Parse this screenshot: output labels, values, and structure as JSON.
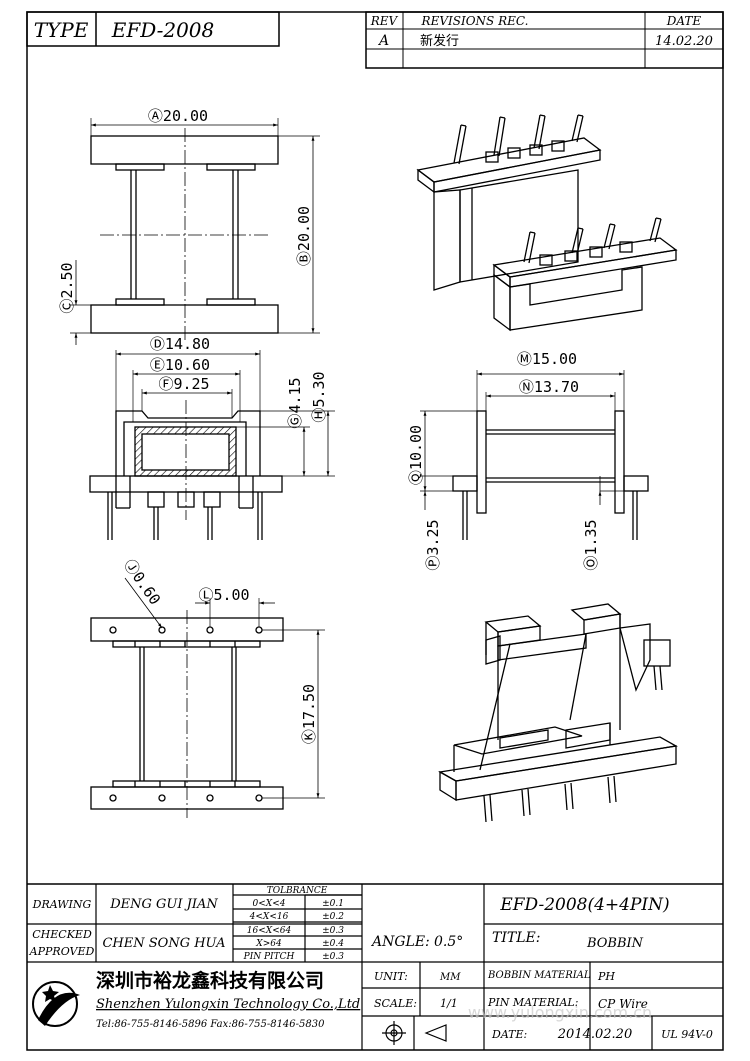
{
  "header": {
    "type_label": "TYPE",
    "type_value": "EFD-2008",
    "rev_label": "REV",
    "revisions_label": "REVISIONS REC.",
    "date_label": "DATE",
    "rev_letter": "A",
    "rev_desc": "新发行",
    "rev_date": "14.02.20"
  },
  "dims": {
    "a": "Ⓐ20.00",
    "b": "Ⓑ20.00",
    "c": "Ⓒ2.50",
    "d": "Ⓓ14.80",
    "e": "Ⓔ10.60",
    "f": "Ⓕ9.25",
    "g": "Ⓖ4.15",
    "h": "Ⓗ5.30",
    "m": "Ⓜ15.00",
    "n": "Ⓝ13.70",
    "q": "Ⓠ10.00",
    "p": "Ⓟ3.25",
    "o": "Ⓞ1.35",
    "j": "Ⓙ0.60",
    "l": "Ⓛ5.00",
    "k": "Ⓚ17.50"
  },
  "titleblock": {
    "drawing_label": "DRAWING",
    "drawing_name": "DENG GUI JIAN",
    "checked_label": "CHECKED",
    "approved_label": "APPROVED",
    "checked_name": "CHEN SONG HUA",
    "tol_title": "TOLBRANCE",
    "tol_rows": [
      {
        "range": "0<X<4",
        "val": "±0.1"
      },
      {
        "range": "4<X<16",
        "val": "±0.2"
      },
      {
        "range": "16<X<64",
        "val": "±0.3"
      },
      {
        "range": "X>64",
        "val": "±0.4"
      },
      {
        "range": "PIN PITCH",
        "val": "±0.3"
      }
    ],
    "angle_label": "ANGLE:",
    "angle_value": "0.5°",
    "unit_label": "UNIT:",
    "unit_value": "MM",
    "scale_label": "SCALE:",
    "scale_value": "1/1",
    "part_no": "EFD-2008(4+4PIN)",
    "title_label": "TITLE:",
    "title_value": "BOBBIN",
    "bobbin_mat_label": "BOBBIN MATERIAL",
    "bobbin_mat_value": "PH",
    "pin_mat_label": "PIN MATERIAL:",
    "pin_mat_value": "CP Wire",
    "date_label": "DATE:",
    "date_value": "2014.02.20",
    "ul_value": "UL 94V-0",
    "company_cn": "深圳市裕龙鑫科技有限公司",
    "company_en": "Shenzhen Yulongxin Technology Co.,Ltd",
    "contact": "Tel:86-755-8146-5896  Fax:86-755-8146-5830",
    "watermark": "www.yulongxin.com.cn"
  }
}
